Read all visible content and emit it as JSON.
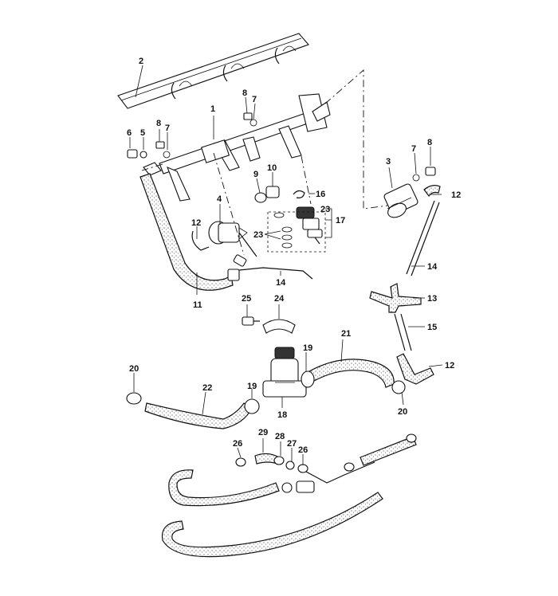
{
  "diagram": {
    "labels": [
      "1",
      "2",
      "3",
      "4",
      "5",
      "6",
      "7",
      "7",
      "7",
      "8",
      "8",
      "8",
      "9",
      "10",
      "11",
      "12",
      "12",
      "12",
      "13",
      "14",
      "14",
      "15",
      "16",
      "17",
      "18",
      "19",
      "19",
      "20",
      "20",
      "21",
      "22",
      "23",
      "23",
      "24",
      "25",
      "26",
      "26",
      "27",
      "28",
      "29"
    ],
    "colors": {
      "ink": "#111111",
      "background": "#ffffff"
    }
  }
}
